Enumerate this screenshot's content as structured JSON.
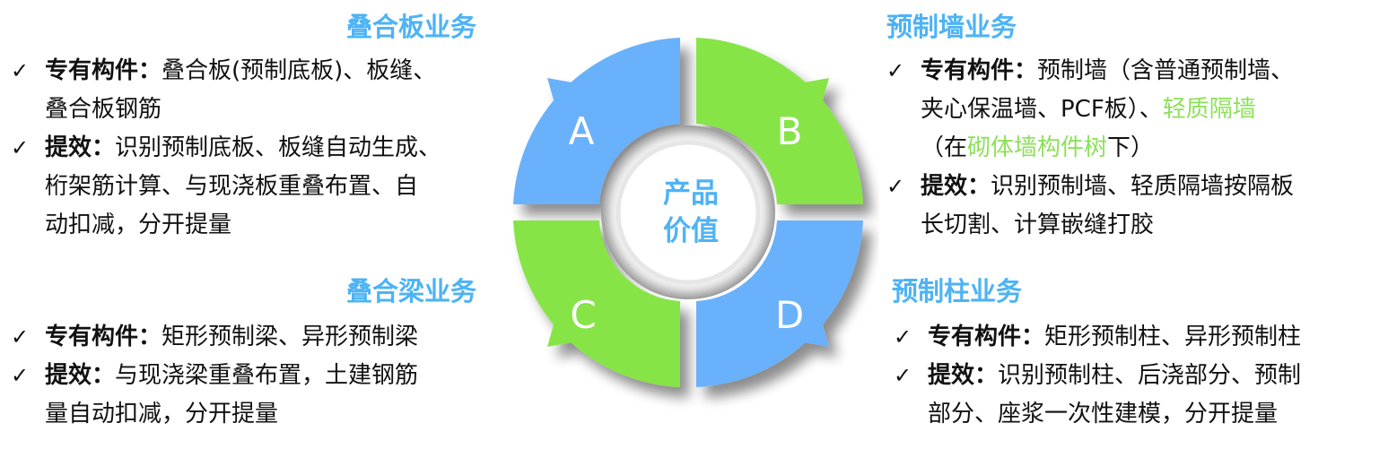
{
  "colors": {
    "heading": "#4DB3F5",
    "segment_blue": "#6AB1FB",
    "segment_green": "#86E446",
    "highlight_green": "#8CE05A",
    "text": "#111111"
  },
  "center": {
    "line1": "产品",
    "line2": "价值"
  },
  "segments": [
    {
      "letter": "A",
      "color": "blue"
    },
    {
      "letter": "B",
      "color": "green"
    },
    {
      "letter": "C",
      "color": "green"
    },
    {
      "letter": "D",
      "color": "blue"
    }
  ],
  "blocks": {
    "a": {
      "title": "叠合板业务",
      "items": [
        {
          "check": "✓",
          "label": "专有构件：",
          "lines": [
            "叠合板(预制底板)、板缝、",
            "叠合板钢筋"
          ]
        },
        {
          "check": "✓",
          "label": "提效：",
          "lines": [
            "识别预制底板、板缝自动生成、",
            "桁架筋计算、与现浇板重叠布置、自",
            "动扣减，分开提量"
          ]
        }
      ]
    },
    "b": {
      "title": "预制墙业务",
      "items": [
        {
          "check": "✓",
          "label": "专有构件：",
          "lines": [
            "预制墙（含普通预制墙、",
            "夹心保温墙、PCF板）、",
            "轻质隔墙",
            "（在",
            "砌体墙构件树",
            "下）"
          ]
        },
        {
          "check": "✓",
          "label": "提效：",
          "lines": [
            "识别预制墙、轻质隔墙按隔板",
            "长切割、计算嵌缝打胶"
          ]
        }
      ]
    },
    "c": {
      "title": "叠合梁业务",
      "items": [
        {
          "check": "✓",
          "label": "专有构件：",
          "lines": [
            "矩形预制梁、异形预制梁"
          ]
        },
        {
          "check": "✓",
          "label": "提效：",
          "lines": [
            "与现浇梁重叠布置，土建钢筋",
            "量自动扣减，分开提量"
          ]
        }
      ]
    },
    "d": {
      "title": "预制柱业务",
      "items": [
        {
          "check": "✓",
          "label": "专有构件：",
          "lines": [
            "矩形预制柱、异形预制柱"
          ]
        },
        {
          "check": "✓",
          "label": "提效：",
          "lines": [
            "识别预制柱、后浇部分、预制",
            "部分、座浆一次性建模，分开提量"
          ]
        }
      ]
    }
  }
}
